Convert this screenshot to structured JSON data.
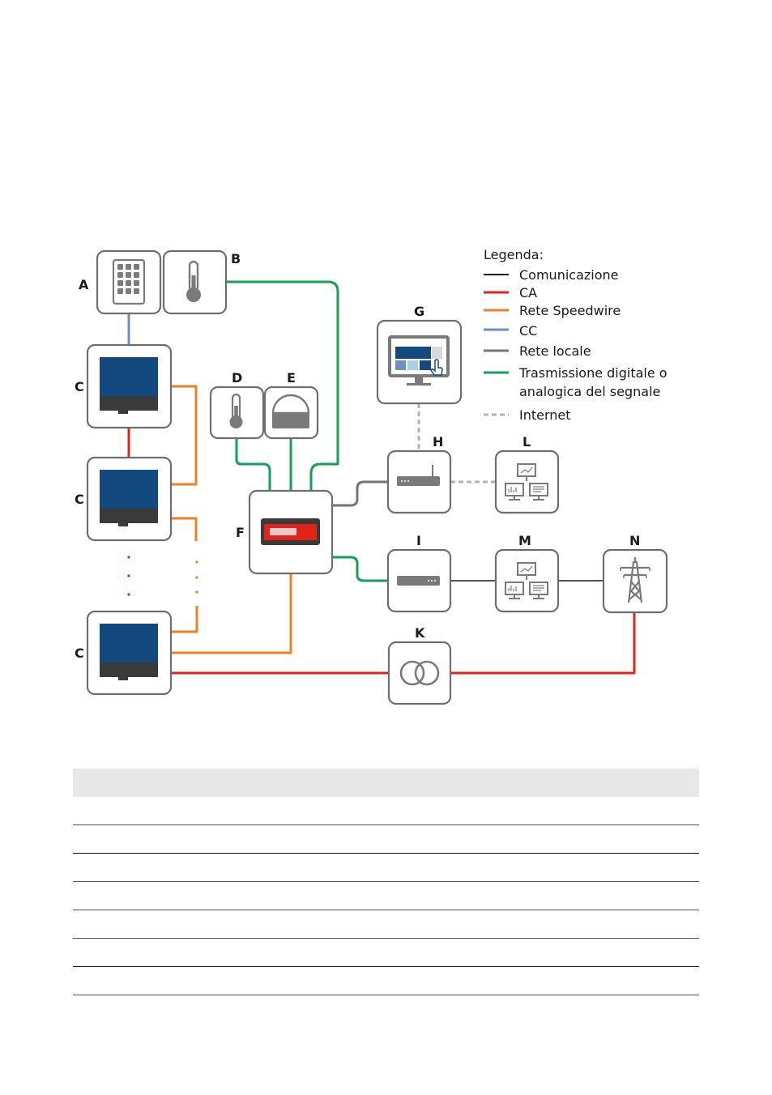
{
  "diagram": {
    "labels": {
      "A": "A",
      "B": "B",
      "C1": "C",
      "C2": "C",
      "C3": "C",
      "D": "D",
      "E": "E",
      "F": "F",
      "G": "G",
      "H": "H",
      "I": "I",
      "K": "K",
      "L": "L",
      "M": "M",
      "N": "N"
    },
    "legend": {
      "title": "Legenda:",
      "items": [
        {
          "label": "Comunicazione",
          "color": "#1a1a1a",
          "dashed": false
        },
        {
          "label": "CA",
          "color": "#e2231a",
          "dashed": false
        },
        {
          "label": "Rete Speedwire",
          "color": "#ee7f22",
          "dashed": false
        },
        {
          "label": "CC",
          "color": "#6f90bc",
          "dashed": false
        },
        {
          "label": "Rete locale",
          "color": "#757575",
          "dashed": false
        },
        {
          "label": "Trasmissione digitale o",
          "label2": "analogica del segnale",
          "color": "#13a152",
          "dashed": false
        },
        {
          "label": "Internet",
          "color": "#b3b3b3",
          "dashed": true
        }
      ]
    },
    "colors": {
      "inverter_panel": "#124a80",
      "inverter_base": "#3a3a3a",
      "box_border": "#6e6e6e",
      "icon_gray": "#7a7a7a",
      "red": "#e2231a",
      "orange": "#ee7f22",
      "blue": "#6f90bc",
      "green": "#13a152",
      "darkgray": "#757575",
      "black": "#1a1a1a",
      "lightgray": "#b3b3b3"
    }
  },
  "table": {
    "rows": 7
  }
}
